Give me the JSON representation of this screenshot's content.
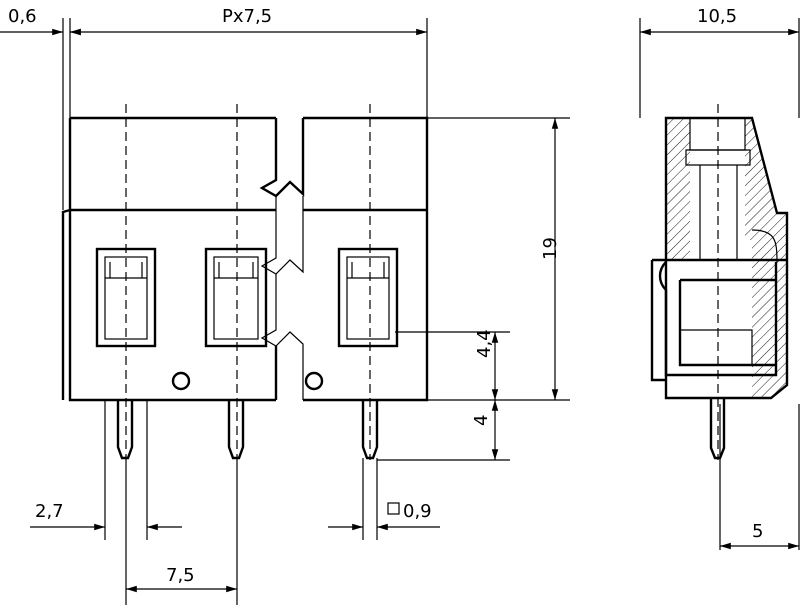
{
  "dimensions": {
    "offset": "0,6",
    "pitch": "Px7,5",
    "depth": "10,5",
    "height": "19",
    "wire_entry": "4,4",
    "pin_length": "4",
    "pin_offset": "2,7",
    "pin_size": "0,9",
    "pin_pitch": "7,5",
    "pin_from_back": "5"
  }
}
